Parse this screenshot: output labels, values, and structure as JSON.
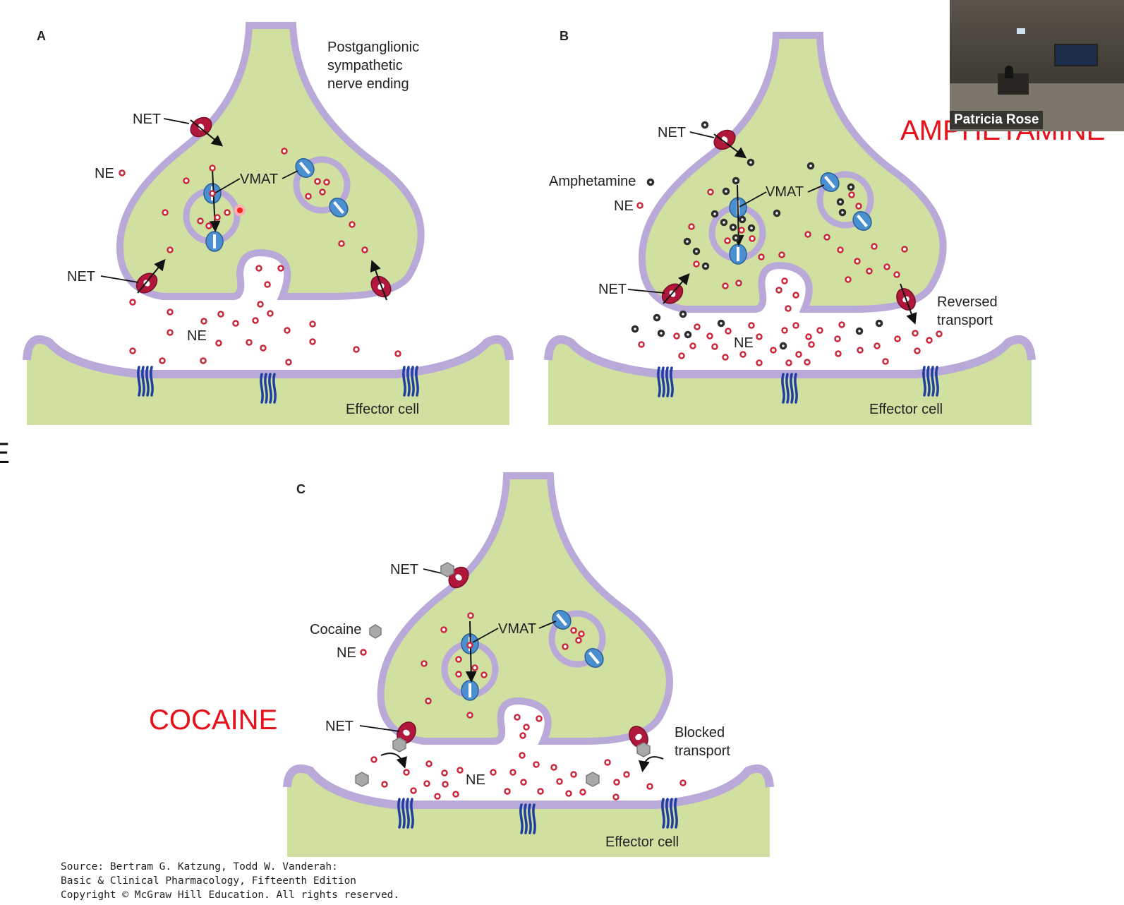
{
  "panels": {
    "a": {
      "letter": "A",
      "caption": [
        "Postganglionic",
        "sympathetic",
        "nerve ending"
      ],
      "net_top": "NET",
      "net_bottom": "NET",
      "ne_legend": "NE",
      "vmat": "VMAT",
      "ne_cleft": "NE",
      "effector": "Effector cell"
    },
    "b": {
      "letter": "B",
      "net_top": "NET",
      "net_bottom": "NET",
      "amphetamine_legend": "Amphetamine",
      "ne_legend": "NE",
      "vmat": "VMAT",
      "ne_cleft": "NE",
      "reversed": [
        "Reversed",
        "transport"
      ],
      "effector": "Effector cell"
    },
    "c": {
      "letter": "C",
      "net_top": "NET",
      "net_bottom": "NET",
      "cocaine_legend": "Cocaine",
      "ne_legend": "NE",
      "vmat": "VMAT",
      "ne_cleft": "NE",
      "blocked": [
        "Blocked",
        "transport"
      ],
      "effector": "Effector cell"
    }
  },
  "overlay": {
    "amphetamine_text": "AMPHETAMINE",
    "cocaine_text": "COCAINE",
    "left_edge_char": "E"
  },
  "video": {
    "participant_name": "Patricia Rose"
  },
  "source": {
    "line1": "Source: Bertram G. Katzung, Todd W. Vanderah:",
    "line2": "Basic & Clinical Pharmacology, Fifteenth Edition",
    "line3": "Copyright © McGraw Hill Education. All rights reserved."
  },
  "colors": {
    "cell_fill": "#cfe0a0",
    "membrane": "#b8a9d8",
    "membrane_edge": "#7b6aa8",
    "net_transporter": "#b0173a",
    "vmat_transporter": "#4a90d0",
    "ne_dot": "#c8283a",
    "amphetamine_dot": "#3a3a3a",
    "cocaine_shape": "#a8aaaa",
    "annotation_red": "#e8101a"
  },
  "icons": {
    "net": "transporter-icon",
    "vmat": "vesicular-transporter-icon",
    "receptor": "receptor-icon",
    "ne": "ne-molecule-icon",
    "amphetamine": "amphetamine-molecule-icon",
    "cocaine": "cocaine-molecule-icon"
  }
}
